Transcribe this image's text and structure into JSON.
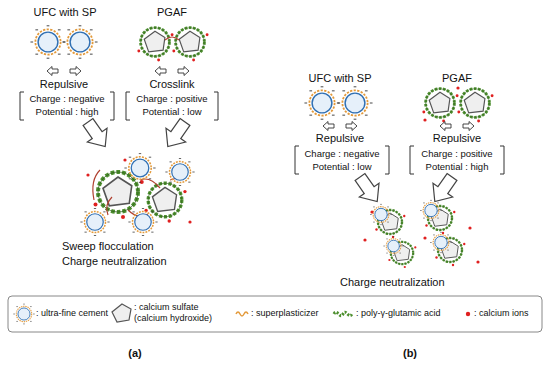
{
  "diagram": {
    "labels": [
      "UFC with SP",
      "PGAF",
      "Repulsive",
      "Charge : negative",
      "Potential : high",
      "Crosslink",
      "Charge : positive",
      "Potential : low",
      "Sweep flocculation",
      "Charge neutralization",
      "UFC with SP",
      "PGAF",
      "Repulsive",
      "Charge : negative",
      "Potential : low",
      "Repulsive",
      "Charge : positive",
      "Potential : high",
      "Charge neutralization",
      "(a)",
      "(b)"
    ],
    "legend": [
      {
        "text": ": ultra-fine cement"
      },
      {
        "text": ": calcium sulfate (calcium hydroxide)"
      },
      {
        "text": ": superplasticizer"
      },
      {
        "text": ": poly-γ-glutamic acid"
      },
      {
        "text": ": calcium ions"
      }
    ]
  }
}
